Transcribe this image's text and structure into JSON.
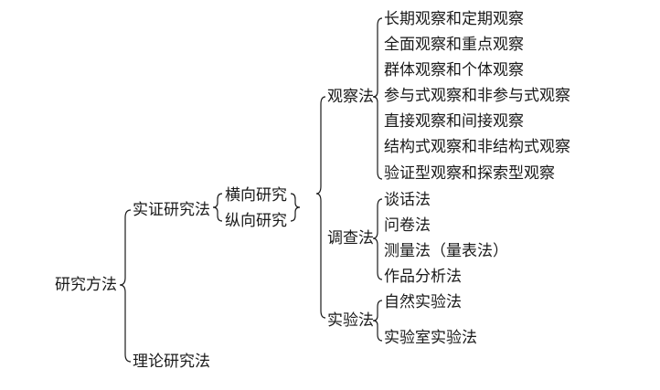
{
  "root": "研究方法",
  "empirical": {
    "label": "实证研究法",
    "sub": [
      "横向研究",
      "纵向研究"
    ]
  },
  "theoretical": "理论研究法",
  "observation": {
    "label": "观察法",
    "items": [
      "长期观察和定期观察",
      "全面观察和重点观察",
      "群体观察和个体观察",
      "参与式观察和非参与式观察",
      "直接观察和间接观察",
      "结构式观察和非结构式观察",
      "验证型观察和探索型观察"
    ]
  },
  "survey": {
    "label": "调查法",
    "items": [
      "谈话法",
      "问卷法",
      "测量法（量表法）",
      "作品分析法"
    ]
  },
  "experiment": {
    "label": "实验法",
    "items": [
      "自然实验法",
      "实验室实验法"
    ]
  }
}
